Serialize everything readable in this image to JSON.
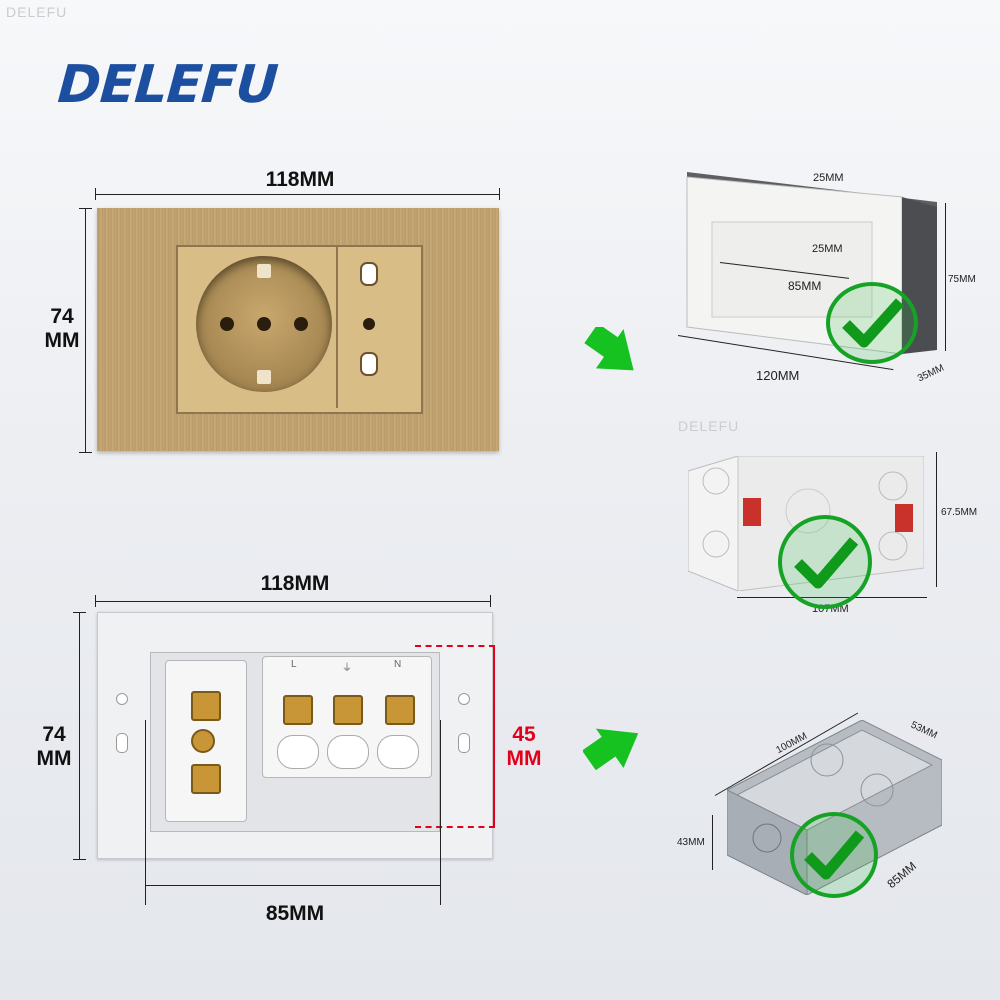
{
  "brand": {
    "logo": "DELEFU",
    "watermark": "DELEFU",
    "color": "#1c4fa0"
  },
  "front_plate": {
    "width_label": "118MM",
    "height_label_top": "74",
    "height_label_bottom": "MM",
    "plate_color": "#c4a676"
  },
  "back_plate": {
    "width_label": "118MM",
    "height_label_top": "74",
    "height_label_bottom": "MM",
    "depth_label_top": "45",
    "depth_label_bottom": "MM",
    "mount_label": "85MM",
    "terminals": [
      "L",
      "⏚",
      "N"
    ]
  },
  "box_plastic_grey": {
    "top_label": "25MM",
    "inner_label": "25MM",
    "center_label": "85MM",
    "length_label": "120MM",
    "height_label": "75MM",
    "depth_label": "35MM"
  },
  "box_plastic_white": {
    "height_label": "67.5MM",
    "length_label": "107MM"
  },
  "box_metal": {
    "top_label": "100MM",
    "side_label": "53MM",
    "height_label": "43MM",
    "length_label": "85MM"
  },
  "colors": {
    "accent_red": "#e2001a",
    "check_green": "#16a325"
  },
  "icons": {
    "arrow": "green-arrow-icon",
    "check": "check-mark-icon"
  }
}
